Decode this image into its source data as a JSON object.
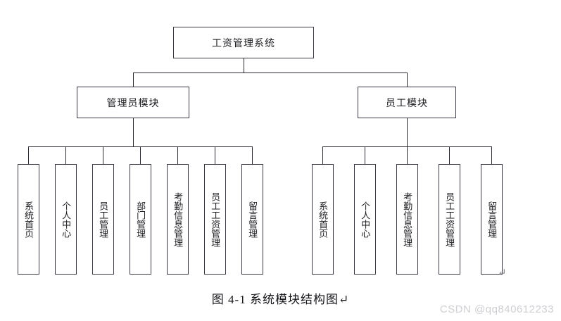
{
  "figure": {
    "caption": "图 4-1  系统模块结构图↵",
    "return_mark": "↵",
    "watermark": "CSDN @qq840612233",
    "background_color": "#ffffff",
    "line_color": "#2b2b33",
    "box_border_color": "#3a3a44",
    "text_color": "#1d1d22"
  },
  "chart_data": {
    "type": "diagram",
    "title": "图 4-1  系统模块结构图",
    "root": "工资管理系统",
    "levels": 3,
    "branches": [
      {
        "label": "管理员模块",
        "children": [
          "系统首页",
          "个人中心",
          "员工管理",
          "部门管理",
          "考勤信息管理",
          "员工工资管理",
          "留言管理"
        ]
      },
      {
        "label": "员工模块",
        "children": [
          "系统首页",
          "个人中心",
          "考勤信息管理",
          "员工工资管理",
          "留言管理"
        ]
      }
    ]
  },
  "tree": {
    "root": {
      "label": "工资管理系统"
    },
    "admin": {
      "label": "管理员模块",
      "leaves": [
        {
          "label": "系统首页"
        },
        {
          "label": "个人中心"
        },
        {
          "label": "员工管理"
        },
        {
          "label": "部门管理"
        },
        {
          "label": "考勤信息管理"
        },
        {
          "label": "员工工资管理"
        },
        {
          "label": "留言管理"
        }
      ]
    },
    "employee": {
      "label": "员工模块",
      "leaves": [
        {
          "label": "系统首页"
        },
        {
          "label": "个人中心"
        },
        {
          "label": "考勤信息管理"
        },
        {
          "label": "员工工资管理"
        },
        {
          "label": "留言管理"
        }
      ]
    }
  }
}
